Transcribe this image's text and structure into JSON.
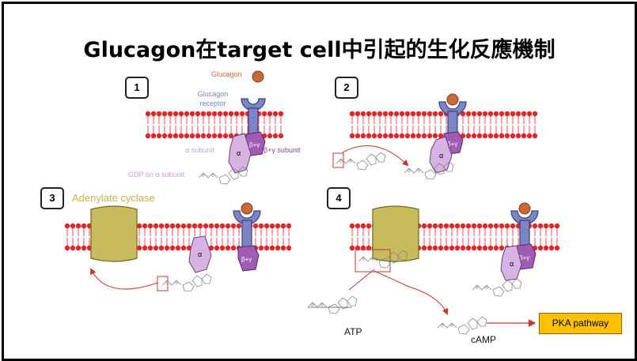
{
  "title": "Glucagon在target cell中引起的生化反應機制",
  "steps": [
    "1",
    "2",
    "3",
    "4"
  ],
  "labels": {
    "glucagon": "Glucagon",
    "receptor": "Glucagon\nreceptor",
    "alpha_subunit": "α subunit",
    "beta_gamma_subunit": "β+γ subunit",
    "gdp_on_alpha": "GDP on α subunit",
    "adenylate_cyclase": "Adenylate cyclase",
    "atp": "ATP",
    "camp": "cAMP",
    "pka_pathway": "PKA pathway",
    "alpha": "α",
    "beta_gamma": "β+γ"
  },
  "colors": {
    "membrane": "#e0262a",
    "receptor": "#7b85c6",
    "glucagon": "#c8693a",
    "alpha_protein": "#d7b3e4",
    "beta_gamma_protein": "#a25bb2",
    "adenylate_cyclase": "#c8bb5d",
    "arrow": "#c0392b",
    "pka_box": "#ffc000"
  }
}
